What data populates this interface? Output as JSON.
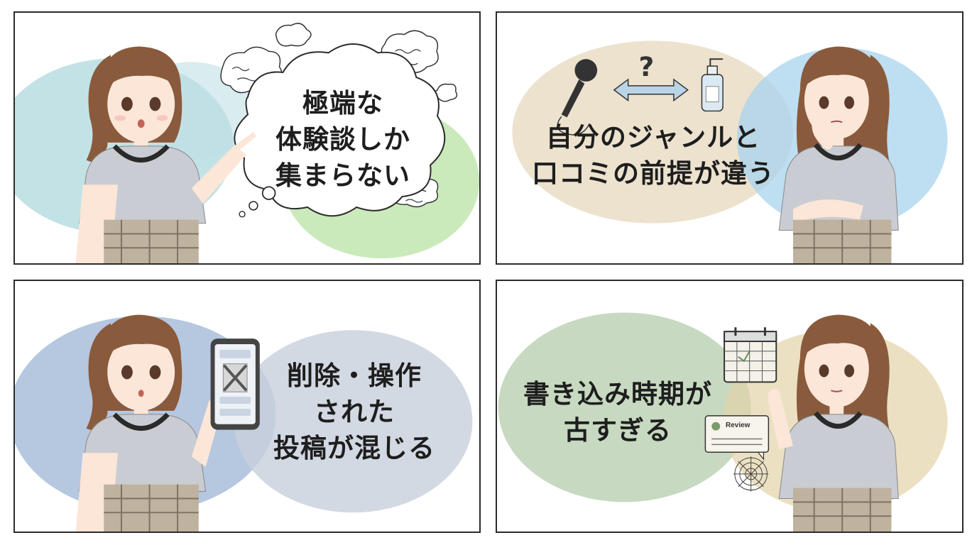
{
  "panels": [
    {
      "id": "p1",
      "caption_lines": [
        "極端な",
        "体験談しか",
        "集まらない"
      ]
    },
    {
      "id": "p2",
      "caption_lines": [
        "自分のジャンルと",
        "口コミの前提が違う"
      ]
    },
    {
      "id": "p3",
      "caption_lines": [
        "削除・操作",
        "された",
        "投稿が混じる"
      ]
    },
    {
      "id": "p4",
      "caption_lines": [
        "書き込み時期が",
        "古すぎる"
      ]
    }
  ],
  "review_card": {
    "label": "Review"
  },
  "question_mark": "?",
  "colors": {
    "border": "#2b2b2b",
    "hair": "#8a5a3c",
    "shirt": "#c9ccd3",
    "lace": "#2a2a2a",
    "skirt": "#bfb29e",
    "wash_teal": "#a9d6dc",
    "wash_green": "#b9e3a6",
    "wash_beige": "#e5d8bd",
    "wash_blue": "#a8d3ee",
    "wash_navy": "#9db4d6",
    "wash_gray": "#c8d0dc",
    "wash_sage": "#b9cfb1",
    "wash_tan": "#e3d3a8"
  }
}
